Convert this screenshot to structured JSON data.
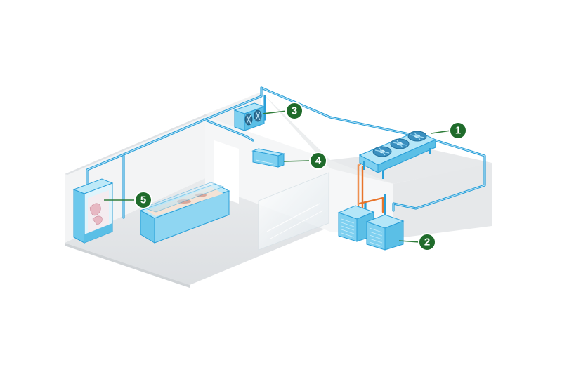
{
  "diagram": {
    "markers": [
      {
        "label": "1",
        "target": "condenser-unit"
      },
      {
        "label": "2",
        "target": "compressor-units"
      },
      {
        "label": "3",
        "target": "evaporator-unit"
      },
      {
        "label": "4",
        "target": "wall-split-unit"
      },
      {
        "label": "5",
        "target": "display-refrigerator"
      }
    ],
    "colors": {
      "pipe_liquid": "#2a9fd8",
      "pipe_hot_gas": "#e8742a",
      "equipment": "#7fd0f0",
      "marker_fill": "#1f6b2b",
      "wall": "#f0f1f2",
      "floor": "#e2e4e6"
    }
  }
}
